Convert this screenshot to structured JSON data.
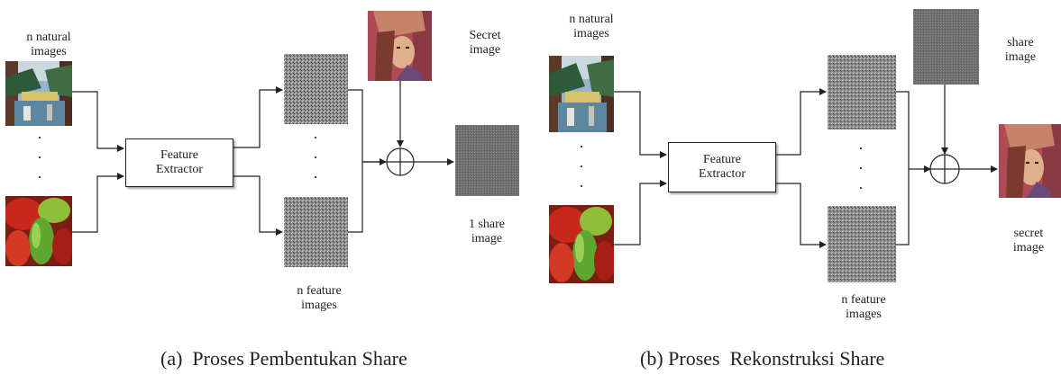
{
  "left": {
    "natural_label": "n natural\nimages",
    "extractor_label": "Feature\nExtractor",
    "secret_label": "Secret\nimage",
    "share_label": "1 share\nimage",
    "feature_label": "n feature\nimages",
    "caption": "(a)  Proses Pembentukan Share"
  },
  "right": {
    "natural_label": "n natural\nimages",
    "extractor_label": "Feature\nExtractor",
    "share_label": "share\nimage",
    "secret_label": "secret\nimage",
    "feature_label": "n feature\nimages",
    "caption": "(b) Proses  Rekonstruksi Share"
  },
  "colors": {
    "line": "#222222",
    "noise": "#8a8a8a",
    "share": "#6f6f6f"
  }
}
